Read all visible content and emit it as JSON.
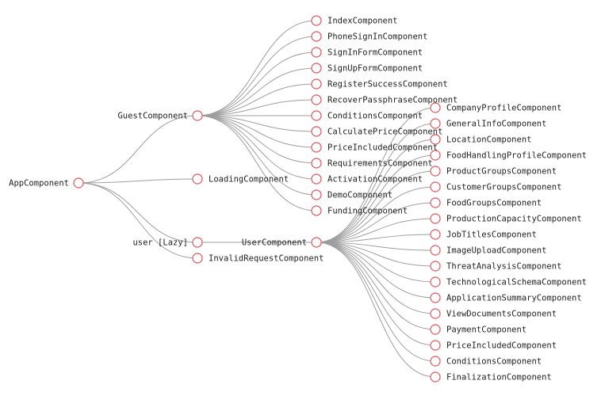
{
  "colors": {
    "node_stroke": "#e0565b",
    "edge": "#9e9e9e",
    "label": "#222222"
  },
  "tree": {
    "label": "AppComponent",
    "children": [
      {
        "label": "GuestComponent",
        "children": [
          {
            "label": "IndexComponent"
          },
          {
            "label": "PhoneSignInComponent"
          },
          {
            "label": "SignInFormComponent"
          },
          {
            "label": "SignUpFormComponent"
          },
          {
            "label": "RegisterSuccessComponent"
          },
          {
            "label": "RecoverPassphraseComponent"
          },
          {
            "label": "ConditionsComponent"
          },
          {
            "label": "CalculatePriceComponent"
          },
          {
            "label": "PriceIncludedComponent"
          },
          {
            "label": "RequirementsComponent"
          },
          {
            "label": "ActivationComponent"
          },
          {
            "label": "DemoComponent"
          },
          {
            "label": "FundingComponent"
          }
        ]
      },
      {
        "label": "LoadingComponent"
      },
      {
        "label": "user [Lazy]",
        "children": [
          {
            "label": "UserComponent",
            "children": [
              {
                "label": "CompanyProfileComponent"
              },
              {
                "label": "GeneralInfoComponent"
              },
              {
                "label": "LocationComponent"
              },
              {
                "label": "FoodHandlingProfileComponent"
              },
              {
                "label": "ProductGroupsComponent"
              },
              {
                "label": "CustomerGroupsComponent"
              },
              {
                "label": "FoodGroupsComponent"
              },
              {
                "label": "ProductionCapacityComponent"
              },
              {
                "label": "JobTitlesComponent"
              },
              {
                "label": "ImageUploadComponent"
              },
              {
                "label": "ThreatAnalysisComponent"
              },
              {
                "label": "TechnologicalSchemaComponent"
              },
              {
                "label": "ApplicationSummaryComponent"
              },
              {
                "label": "ViewDocumentsComponent"
              },
              {
                "label": "PaymentComponent"
              },
              {
                "label": "PriceIncludedComponent"
              },
              {
                "label": "ConditionsComponent"
              },
              {
                "label": "FinalizationComponent"
              }
            ]
          }
        ]
      },
      {
        "label": "InvalidRequestComponent"
      }
    ]
  }
}
